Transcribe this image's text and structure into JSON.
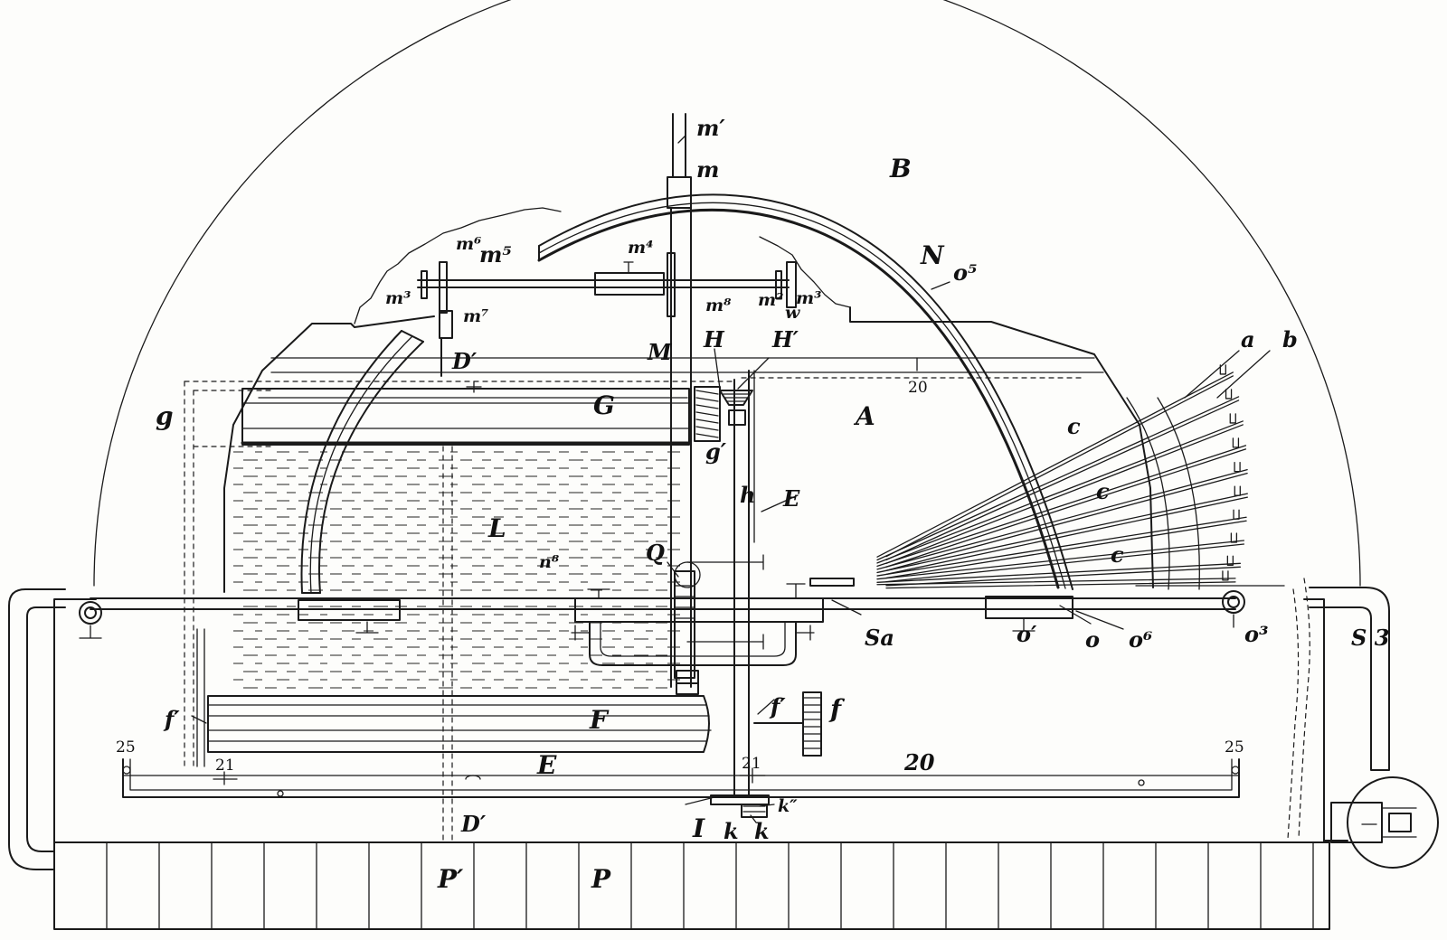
{
  "labels": {
    "B": "B",
    "N": "N",
    "A": "A",
    "L": "L",
    "G": "G",
    "F": "F",
    "E_top": "E",
    "E_bottom": "E",
    "P": "P",
    "P_prime": "P′",
    "D_prime_top": "D′",
    "D_prime_bottom": "D′",
    "m_prime": "m′",
    "m": "m",
    "m2": "m²",
    "m3_left": "m³",
    "m3_right": "m³",
    "m4": "m⁴",
    "m5": "m⁵",
    "m6": "m⁶",
    "m7": "m⁷",
    "m8_top": "m⁸",
    "n8": "n⁸",
    "M": "M",
    "H": "H",
    "H_prime": "H′",
    "w": "w",
    "o5": "o⁵",
    "o6": "o⁶",
    "o_prime": "o′",
    "o": "o",
    "o3": "o³",
    "a": "a",
    "b": "b",
    "c1": "c",
    "c2": "c",
    "c3": "c",
    "g": "g",
    "g_prime": "g′",
    "h": "h",
    "Q": "Q",
    "f": "f",
    "f_prime_left": "f′",
    "f_prime_right": "f′",
    "Sa": "Sa",
    "S3": "S 3",
    "I": "I",
    "k1": "k",
    "k2": "k",
    "k_dprime": "k″",
    "n20_top": "20",
    "n20_mid": "20",
    "n25_left": "25",
    "n25_right": "25",
    "n21_left": "21",
    "n21_right": "21"
  }
}
